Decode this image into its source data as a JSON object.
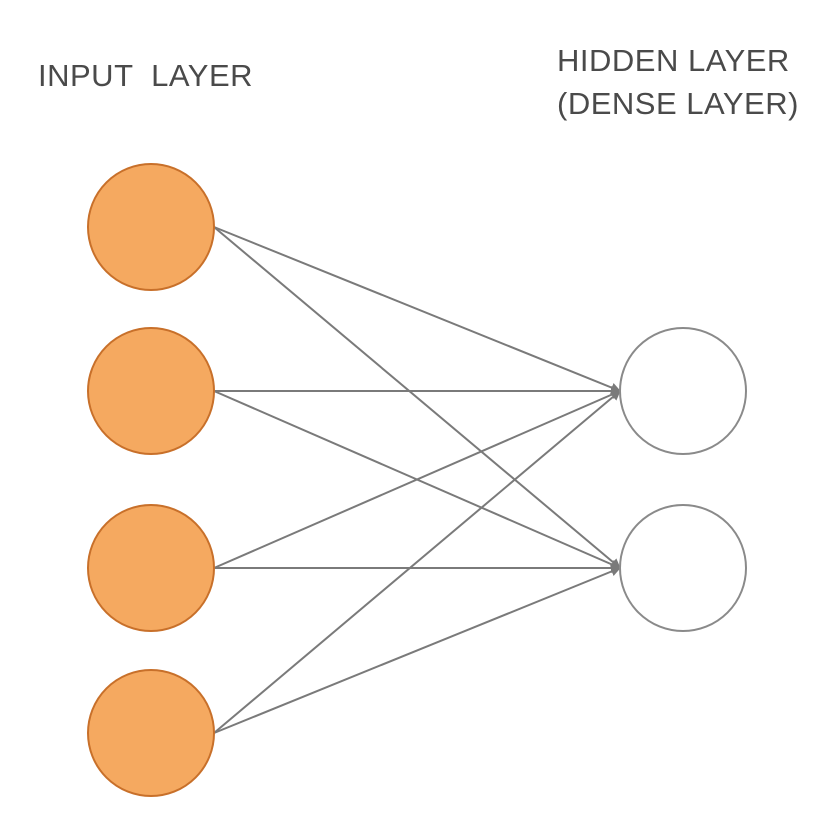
{
  "input_layer": {
    "title": "INPUT  LAYER",
    "node_count": 4,
    "fill_color": "#f5a960",
    "stroke_color": "#c8702a"
  },
  "hidden_layer": {
    "title_line1": "HIDDEN LAYER",
    "title_line2": "(DENSE LAYER)",
    "node_count": 2,
    "fill_color": "#ffffff",
    "stroke_color": "#8a8a8a"
  },
  "connections": {
    "type": "fully-connected",
    "color": "#7a7a7a",
    "arrowheads": true
  }
}
